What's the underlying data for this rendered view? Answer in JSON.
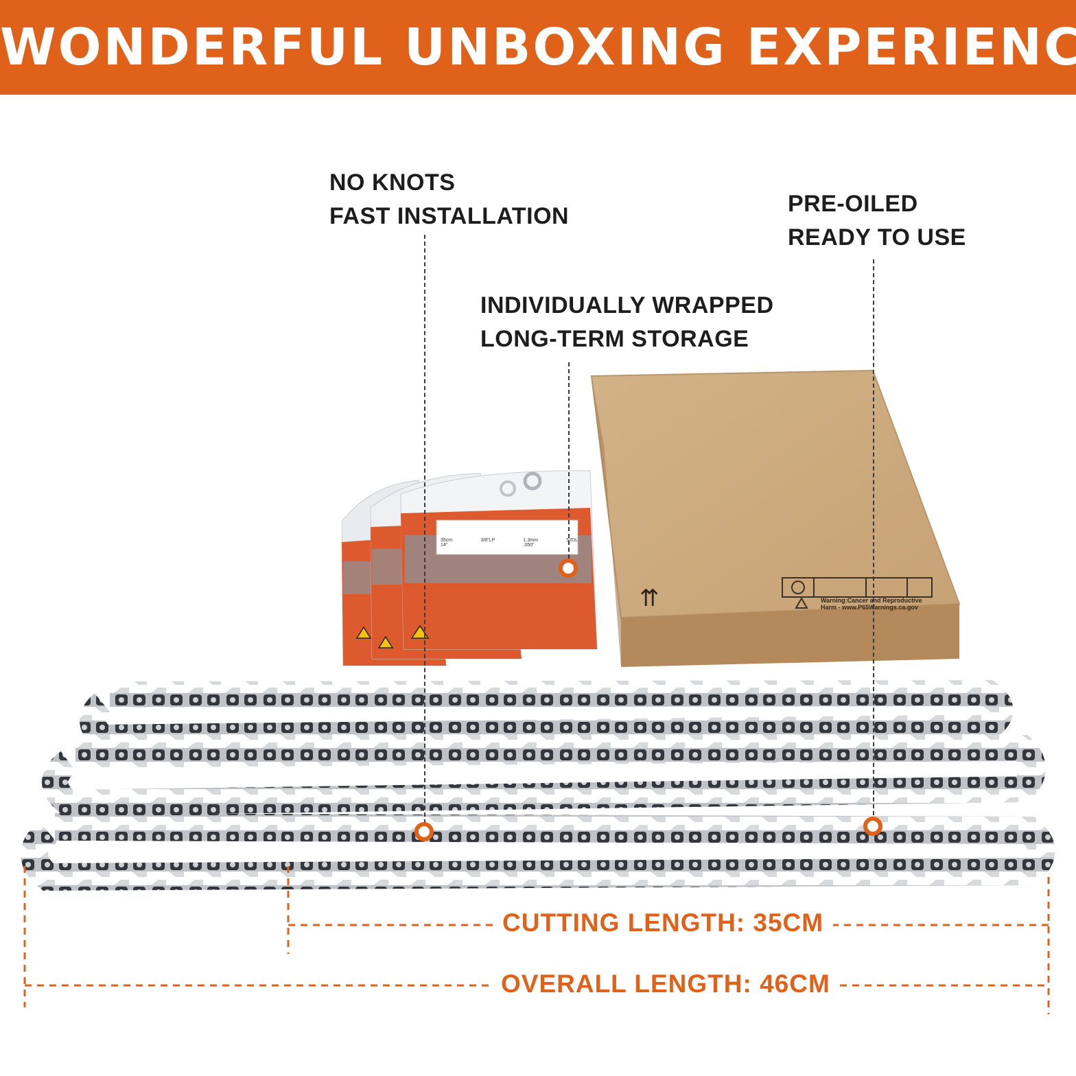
{
  "banner": {
    "title": "WONDERFUL UNBOXING EXPERIENCE"
  },
  "callouts": {
    "no_knots": {
      "line1": "NO KNOTS",
      "line2": "FAST INSTALLATION"
    },
    "pre_oiled": {
      "line1": "PRE-OILED",
      "line2": "READY TO USE"
    },
    "wrapped": {
      "line1": "INDIVIDUALLY WRAPPED",
      "line2": "LONG-TERM STORAGE"
    }
  },
  "dimensions": {
    "cutting": "CUTTING LENGTH: 35CM",
    "overall": "OVERALL LENGTH: 46CM"
  },
  "packaging": {
    "box_warning_line1": "Warning:Cancer and Reproductive",
    "box_warning_line2": "Harm - www.P65Warnings.ca.gov",
    "box_arrows": "⇈",
    "bag_label_1a": "35cm",
    "bag_label_1b": "14\"",
    "bag_label_2": "3/8\"LP",
    "bag_label_3a": "1.3mm",
    "bag_label_3b": ".050\"",
    "bag_label_4": "52DL"
  },
  "colors": {
    "accent": "#e0621a",
    "box": "#c9a57a",
    "chain": "#3a3d42"
  },
  "icons": [
    "up-arrows-icon",
    "recycle-icon",
    "warning-icon"
  ]
}
